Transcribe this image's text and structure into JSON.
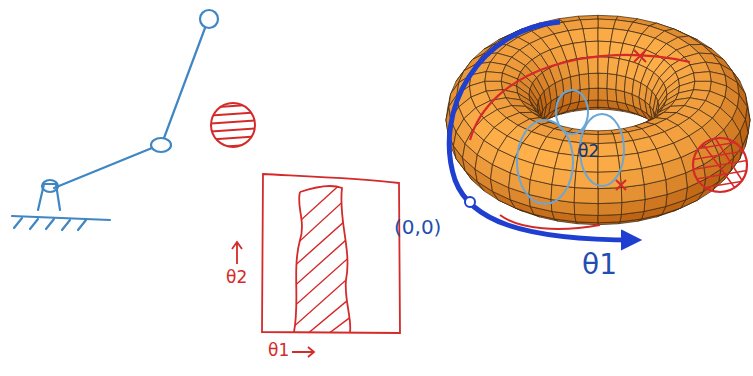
{
  "diagram": {
    "labels": [
      "θ2",
      "θ1",
      "(0,0)",
      "θ1",
      "θ2"
    ]
  }
}
